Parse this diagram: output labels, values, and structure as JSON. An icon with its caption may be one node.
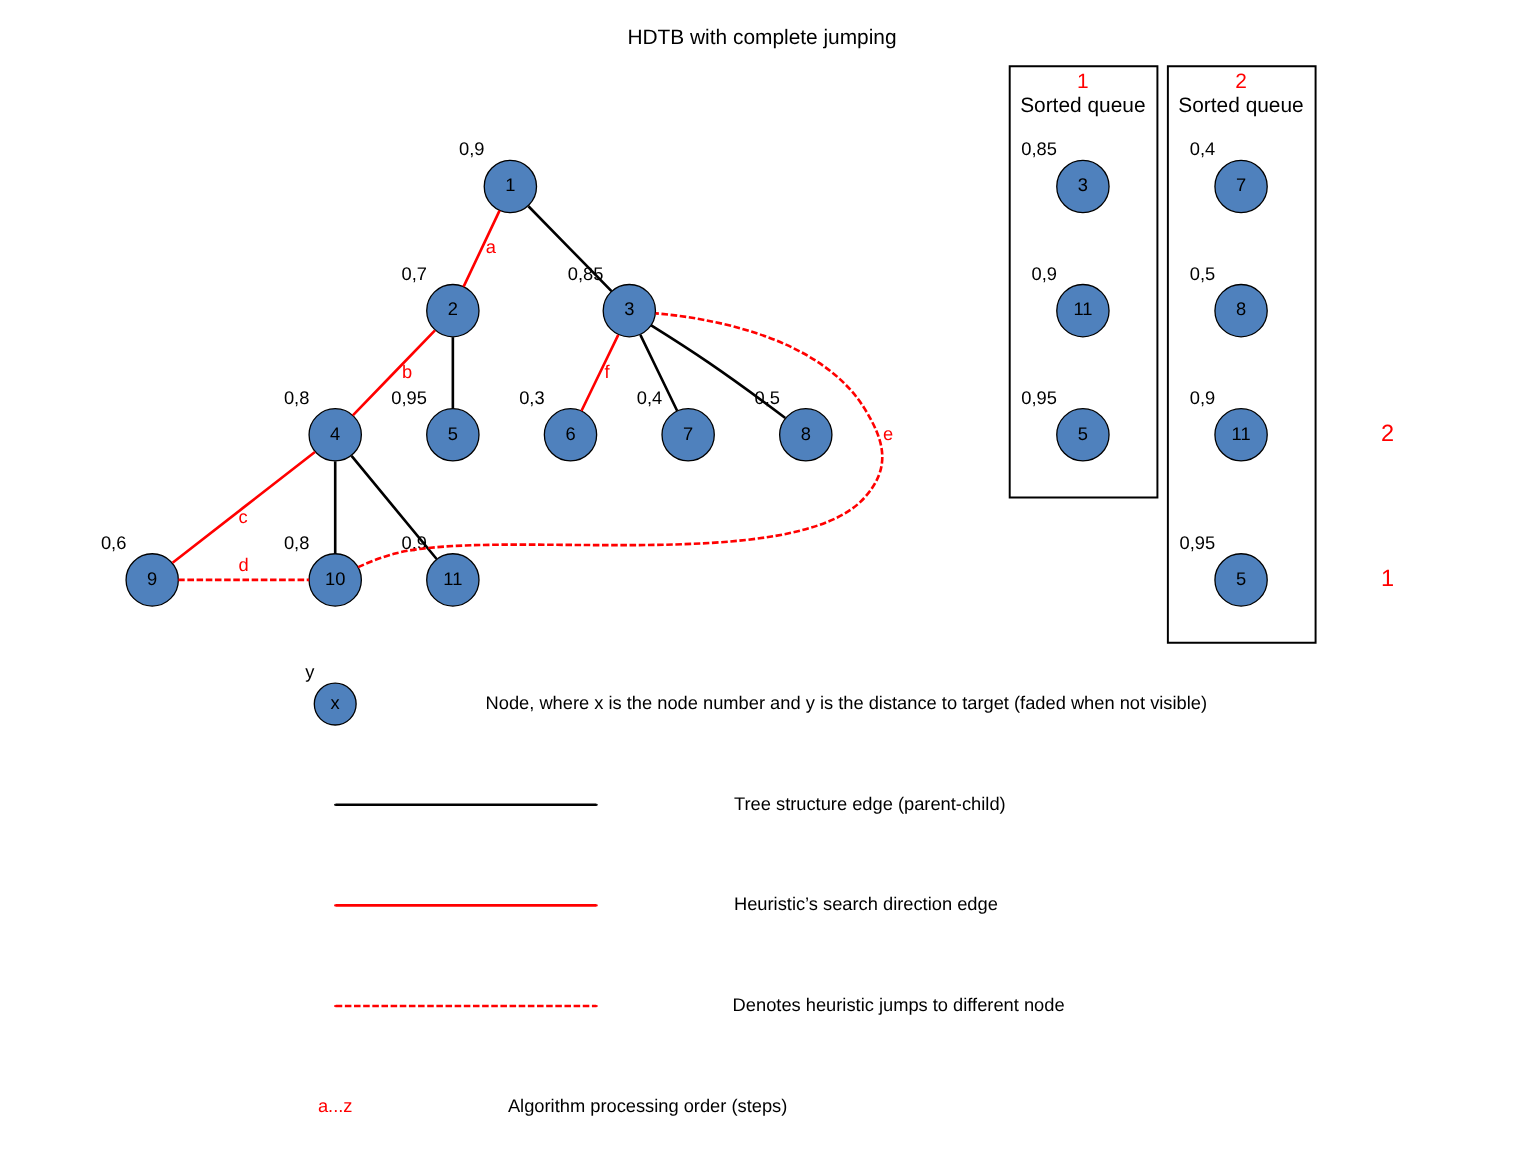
{
  "diagram": {
    "title": "HDTB with complete jumping",
    "nodes": [
      {
        "text": [
          "1"
        ],
        "beside": [
          "0,9"
        ]
      },
      {
        "text": [
          "2"
        ],
        "beside": [
          "0,7"
        ]
      },
      {
        "text": [
          "3"
        ],
        "beside": [
          "0,85"
        ]
      },
      {
        "text": [
          "4"
        ],
        "beside": [
          "0,8"
        ]
      },
      {
        "text": [
          "5"
        ],
        "beside": [
          "0,95"
        ]
      },
      {
        "text": [
          "6"
        ],
        "beside": [
          "0,3"
        ]
      },
      {
        "text": [
          "7"
        ],
        "beside": [
          "0,4"
        ]
      },
      {
        "text": [
          "8"
        ],
        "beside": [
          "0,5"
        ]
      },
      {
        "text": [
          "9"
        ],
        "beside": [
          "0,6"
        ]
      },
      {
        "text": [
          "10"
        ],
        "beside": [
          "0,8"
        ]
      },
      {
        "text": [
          "11"
        ],
        "beside": [
          "0,9"
        ]
      },
      {
        "text": [
          "1",
          "Sorted queue"
        ]
      },
      {
        "text": [
          "3"
        ],
        "beside": [
          "0,85"
        ],
        "in": 11
      },
      {
        "text": [
          "11"
        ],
        "beside": [
          "0,9"
        ],
        "in": 11
      },
      {
        "text": [
          "5"
        ],
        "beside": [
          "0,95"
        ],
        "in": 11
      },
      {
        "text": [
          "2",
          "Sorted queue"
        ]
      },
      {
        "text": [
          "7"
        ],
        "beside": [
          "0,4"
        ],
        "in": 15
      },
      {
        "text": [
          "8"
        ],
        "beside": [
          "0,5"
        ],
        "in": 15
      },
      {
        "text": [
          "11"
        ],
        "beside": [
          "0,9"
        ],
        "in": 15
      },
      {
        "text": [
          "5"
        ],
        "beside": [
          "0,95"
        ],
        "in": 15
      }
    ],
    "edges": [
      {
        "from": 0,
        "to": 1,
        "arrow": "none",
        "label": "a",
        "color": "#ff0000"
      },
      {
        "from": 0,
        "to": 2,
        "arrow": "none",
        "color": "#000000"
      },
      {
        "from": 1,
        "to": 3,
        "arrow": "none",
        "label": "b",
        "color": "#ff0000"
      },
      {
        "from": 1,
        "to": 4,
        "arrow": "none",
        "color": "#000000"
      },
      {
        "from": 2,
        "to": 5,
        "arrow": "none",
        "label": "f",
        "color": "#ff0000"
      },
      {
        "from": 2,
        "to": 6,
        "arrow": "none",
        "color": "#000000"
      },
      {
        "from": 2,
        "to": 7,
        "arrow": "none",
        "color": "#000000"
      },
      {
        "from": 3,
        "to": 8,
        "arrow": "none",
        "label": "c",
        "color": "#ff0000"
      },
      {
        "from": 3,
        "to": 9,
        "arrow": "none",
        "color": "#000000"
      },
      {
        "from": 3,
        "to": 10,
        "arrow": "none",
        "color": "#000000"
      },
      {
        "from": 8,
        "to": 9,
        "arrow": "none",
        "label": "d",
        "style": "dashed",
        "color": "#ff0000"
      },
      {
        "from": 9,
        "to": 2,
        "arrow": "none",
        "label": "e",
        "style": "dashed",
        "color": "#ff0000"
      }
    ],
    "labels": [
      "1",
      "2",
      "x",
      "y",
      "a...z"
    ],
    "legend": [
      {
        "text": "Node, where x is the node number and y is the distance to target (faded when not visible)"
      },
      {
        "text": "Tree structure edge (parent-child)"
      },
      {
        "text": "Heuristic’s search direction edge"
      },
      {
        "text": "Denotes heuristic jumps to different node"
      },
      {
        "text": "Algorithm processing order (steps)"
      }
    ]
  }
}
